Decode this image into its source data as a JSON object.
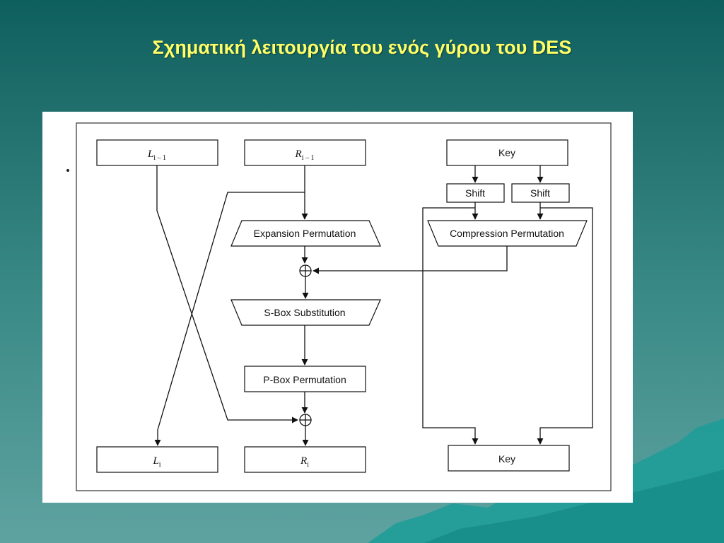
{
  "slide": {
    "title": "Σχηματική λειτουργία του ενός γύρου του DES"
  },
  "diagram": {
    "left_input": {
      "main": "L",
      "sub": "i – 1"
    },
    "right_input": {
      "main": "R",
      "sub": "i – 1"
    },
    "left_output": {
      "main": "L",
      "sub": "i"
    },
    "right_output": {
      "main": "R",
      "sub": "i"
    },
    "key_in": "Key",
    "shift_left": "Shift",
    "shift_right": "Shift",
    "expansion": "Expansion Permutation",
    "compression": "Compression Permutation",
    "sbox": "S-Box Substitution",
    "pbox": "P-Box Permutation",
    "key_out": "Key"
  },
  "colors": {
    "title": "#ffff66",
    "background_top": "#0d5f5e",
    "background_bottom": "#5fa3a0",
    "waves": "#1f9c98"
  }
}
